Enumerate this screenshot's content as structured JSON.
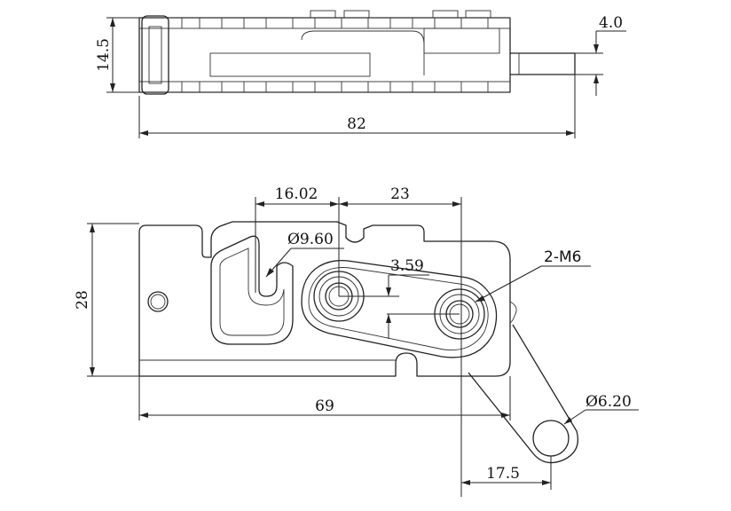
{
  "top_view": {
    "dimensions": {
      "height": "14.5",
      "thickness": "4.0",
      "length": "82"
    }
  },
  "front_view": {
    "dimensions": {
      "offset_a": "16.02",
      "offset_b": "23",
      "hole_diameter": "Ø9.60",
      "pin_offset": "3.59",
      "height": "28",
      "width": "69",
      "slot_offset": "17.5",
      "eye_diameter": "Ø6.20"
    },
    "callout": {
      "thread": "2-M6"
    }
  }
}
